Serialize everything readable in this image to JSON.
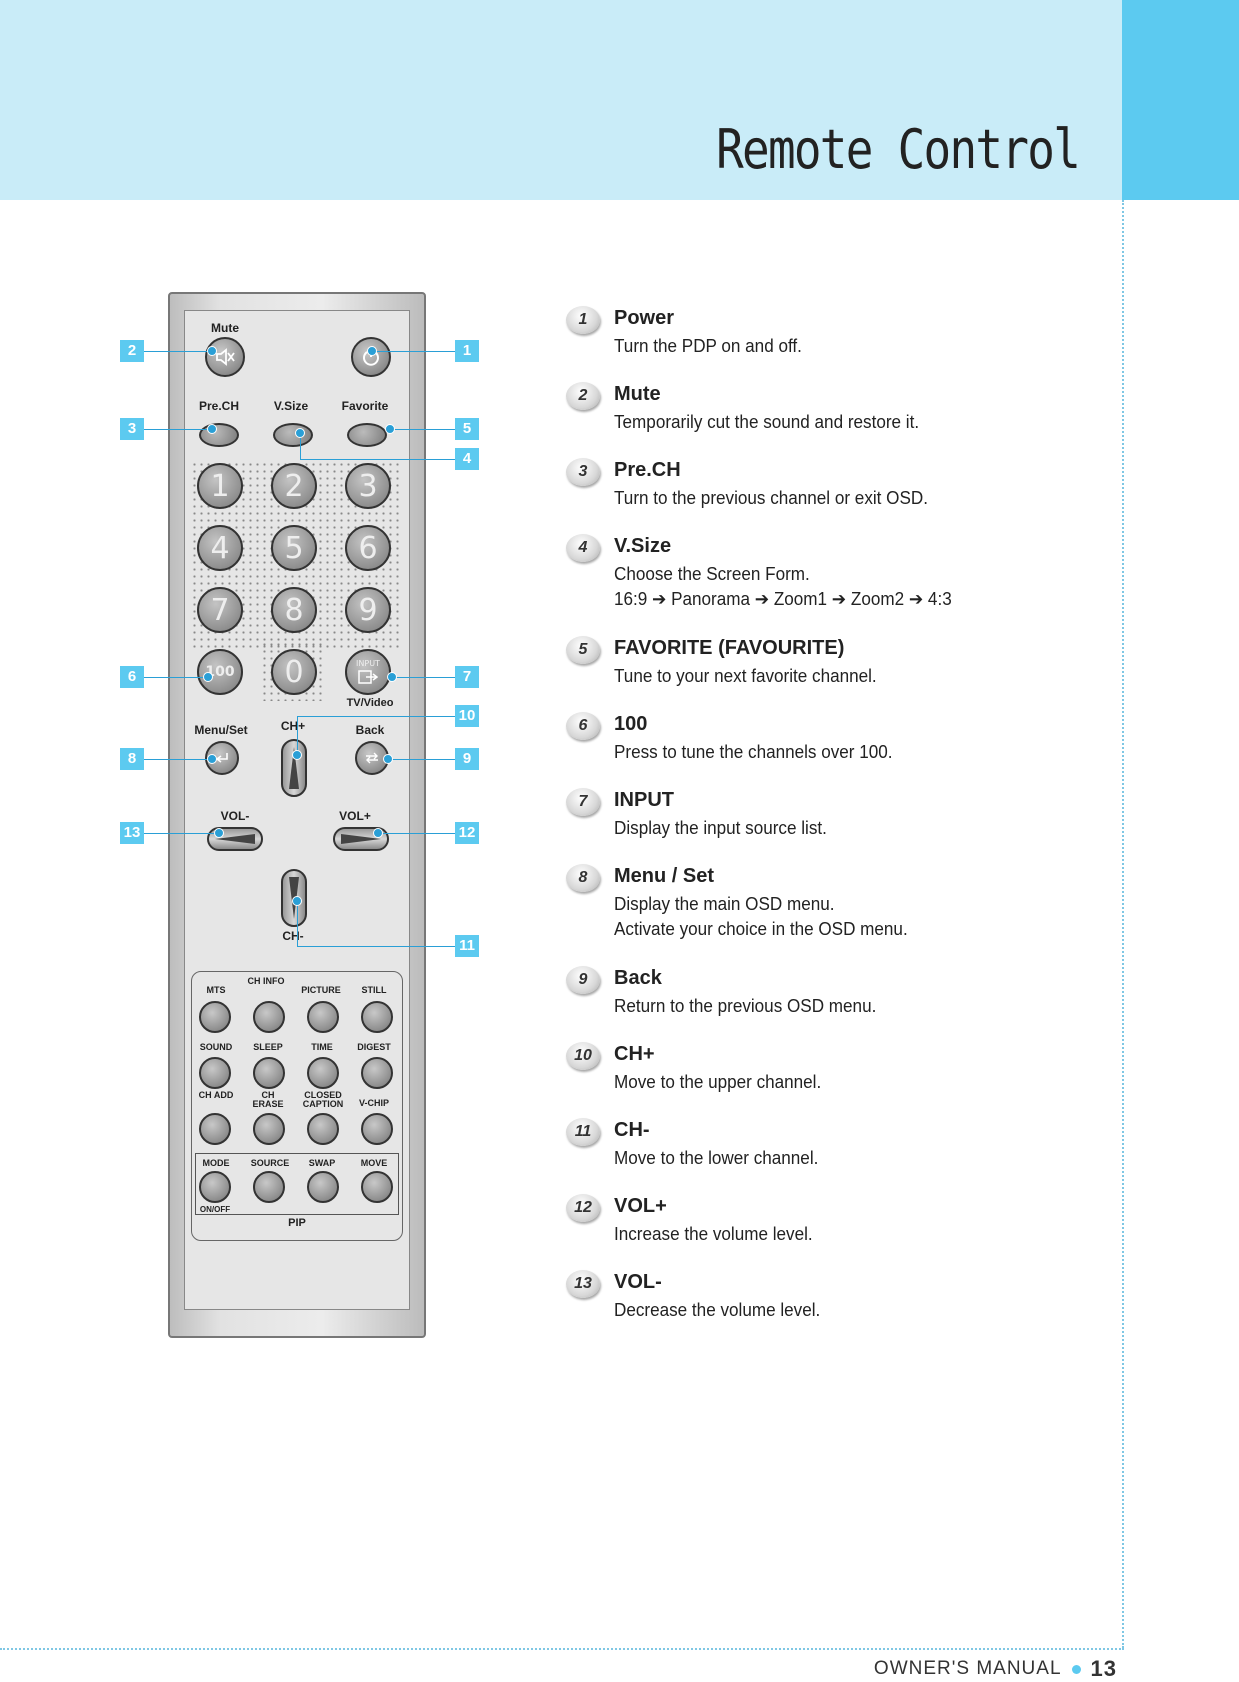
{
  "header": {
    "title": "Remote Control"
  },
  "footer": {
    "label": "OWNER'S MANUAL",
    "page": "13"
  },
  "remote": {
    "mute": "Mute",
    "prech": "Pre.CH",
    "vsize": "V.Size",
    "favorite": "Favorite",
    "digits": [
      "1",
      "2",
      "3",
      "4",
      "5",
      "6",
      "7",
      "8",
      "9",
      "0"
    ],
    "hundred": "100",
    "input": "INPUT",
    "tvvideo": "TV/Video",
    "menuset": "Menu/Set",
    "chplus": "CH+",
    "back": "Back",
    "volminus": "VOL-",
    "volplus": "VOL+",
    "chminus": "CH-",
    "row1": [
      "MTS",
      "CH INFO",
      "PICTURE",
      "STILL"
    ],
    "row2": [
      "SOUND",
      "SLEEP",
      "TIME",
      "DIGEST"
    ],
    "row3": [
      "CH ADD",
      "CH ERASE",
      "CLOSED CAPTION",
      "V-CHIP"
    ],
    "row4": [
      "MODE",
      "SOURCE",
      "SWAP",
      "MOVE"
    ],
    "onoff": "ON/OFF",
    "pip": "PIP"
  },
  "callouts": [
    "1",
    "2",
    "3",
    "4",
    "5",
    "6",
    "7",
    "8",
    "9",
    "10",
    "11",
    "12",
    "13"
  ],
  "items": [
    {
      "num": "1",
      "title": "Power",
      "lines": [
        "Turn the PDP on and off."
      ]
    },
    {
      "num": "2",
      "title": "Mute",
      "lines": [
        "Temporarily cut the sound and restore it."
      ]
    },
    {
      "num": "3",
      "title": "Pre.CH",
      "lines": [
        "Turn to the previous channel or exit OSD."
      ]
    },
    {
      "num": "4",
      "title": "V.Size",
      "lines": [
        "Choose the Screen Form.",
        "16:9 ➔ Panorama ➔ Zoom1 ➔ Zoom2 ➔ 4:3"
      ]
    },
    {
      "num": "5",
      "title": "FAVORITE (FAVOURITE)",
      "lines": [
        "Tune to your next favorite channel."
      ]
    },
    {
      "num": "6",
      "title": "100",
      "lines": [
        "Press to tune the channels over 100."
      ]
    },
    {
      "num": "7",
      "title": "INPUT",
      "lines": [
        "Display the input source list."
      ]
    },
    {
      "num": "8",
      "title": "Menu / Set",
      "lines": [
        "Display the main OSD menu.",
        "Activate your choice in the OSD menu."
      ]
    },
    {
      "num": "9",
      "title": "Back",
      "lines": [
        "Return to the previous OSD menu."
      ]
    },
    {
      "num": "10",
      "title": "CH+",
      "lines": [
        "Move to the upper channel."
      ]
    },
    {
      "num": "11",
      "title": "CH-",
      "lines": [
        "Move to the lower channel."
      ]
    },
    {
      "num": "12",
      "title": "VOL+",
      "lines": [
        "Increase the volume level."
      ]
    },
    {
      "num": "13",
      "title": "VOL-",
      "lines": [
        "Decrease the volume level."
      ]
    }
  ]
}
